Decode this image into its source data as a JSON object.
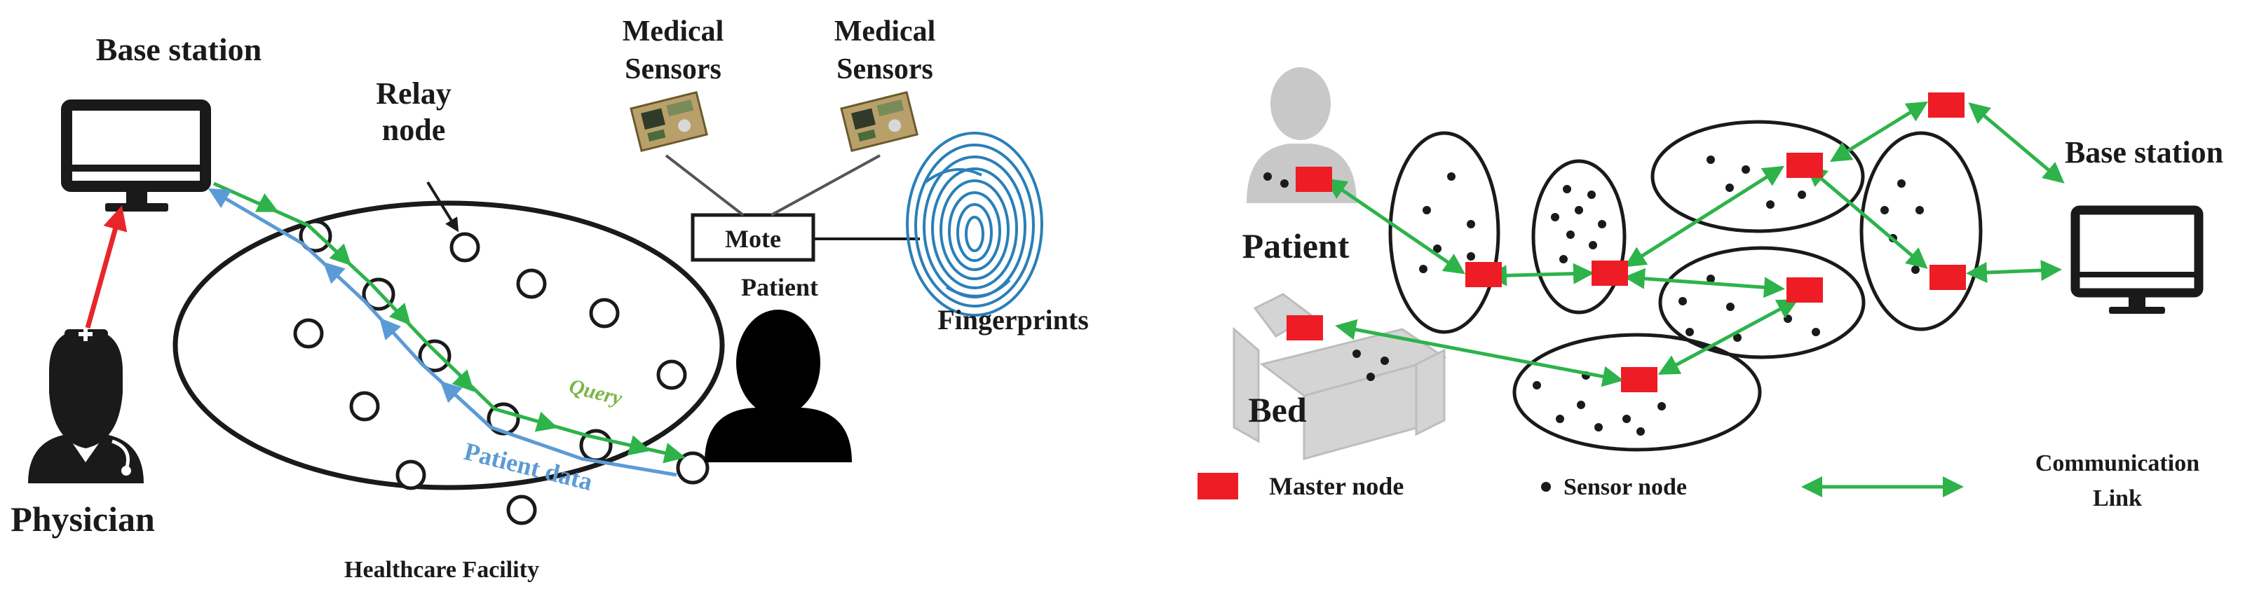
{
  "left_diagram": {
    "base_station_label": "Base station",
    "relay_node_label_line1": "Relay",
    "relay_node_label_line2": "node",
    "medical_sensors_1_line1": "Medical",
    "medical_sensors_1_line2": "Sensors",
    "medical_sensors_2_line1": "Medical",
    "medical_sensors_2_line2": "Sensors",
    "mote_label": "Mote",
    "patient_label": "Patient",
    "fingerprints_label": "Fingerprints",
    "query_label": "Query",
    "patient_data_label": "Patient data",
    "physician_label": "Physician",
    "facility_label": "Healthcare Facility"
  },
  "right_diagram": {
    "patient_label": "Patient",
    "bed_label": "Bed",
    "base_station_label": "Base station",
    "legend": {
      "master_node": "Master node",
      "sensor_node": "Sensor node",
      "communication_link_line1": "Communication",
      "communication_link_line2": "Link"
    }
  },
  "colors": {
    "query_arrow": "#2db34a",
    "patient_data_arrow": "#5b9bd5",
    "physician_arrow": "#e8262a",
    "master_node": "#ee1c24",
    "communication_link": "#2db34a",
    "fingerprint": "#2a7fb8"
  },
  "icons": [
    "monitor-icon",
    "physician-icon",
    "patient-silhouette-icon",
    "sensor-board-icon",
    "fingerprint-icon",
    "bed-icon",
    "patient-icon"
  ]
}
